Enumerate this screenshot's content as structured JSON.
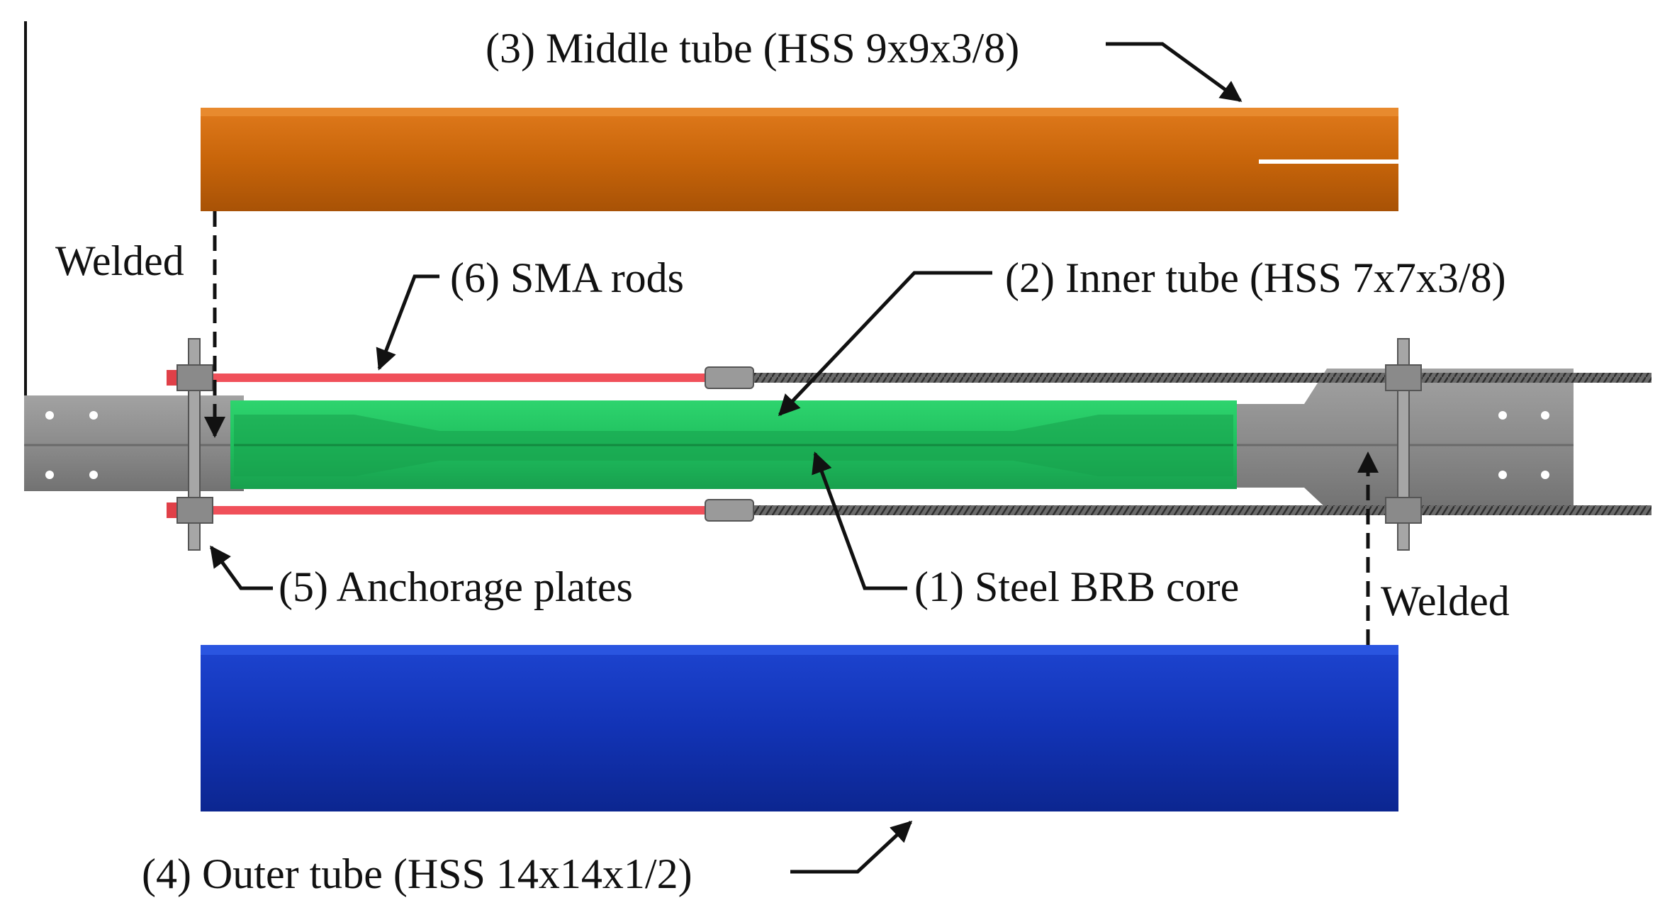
{
  "labels": {
    "middle_tube": "(3) Middle tube (HSS  9x9x3/8)",
    "inner_tube": "(2) Inner tube (HSS  7x7x3/8)",
    "sma_rods": "(6) SMA rods",
    "anchorage_plates": "(5) Anchorage plates",
    "brb_core": "(1) Steel BRB core",
    "outer_tube": "(4) Outer tube (HSS  14x14x1/2)",
    "welded_left": "Welded",
    "welded_right": "Welded"
  },
  "colors": {
    "middle_tube": "#c8650a",
    "inner_tube": "#1fbf5e",
    "outer_tube": "#1233b5",
    "sma_rod": "#f0505a",
    "steel_core": "#8f8f8f",
    "threaded_rod": "#5a5a5a",
    "text": "#111111"
  }
}
